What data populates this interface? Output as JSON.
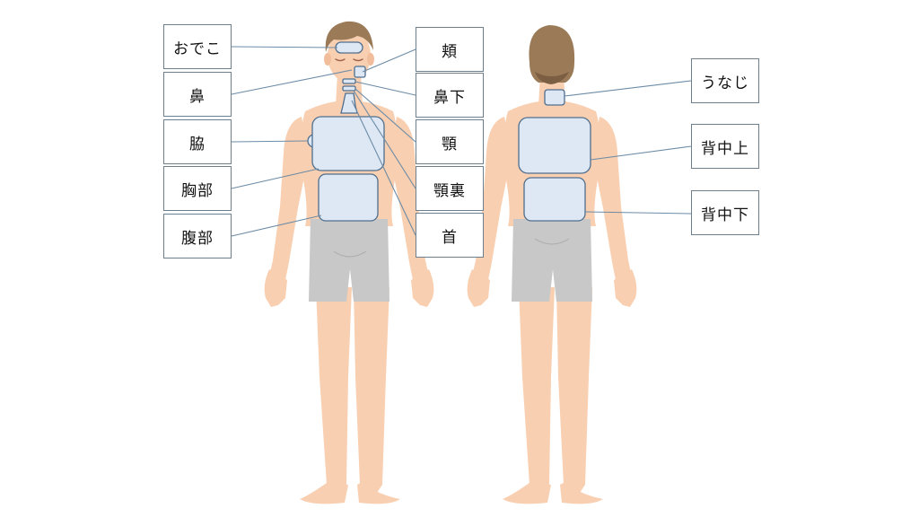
{
  "labels": {
    "forehead": "おでこ",
    "nose": "鼻",
    "armpit": "脇",
    "chest": "胸部",
    "abdomen": "腹部",
    "cheek": "頬",
    "under_nose": "鼻下",
    "jaw": "顎",
    "under_jaw": "顎裏",
    "neck": "首",
    "nape": "うなじ",
    "upper_back": "背中上",
    "lower_back": "背中下"
  },
  "colors": {
    "skin": "#f8cfb1",
    "hair": "#9b7a58",
    "shorts": "#c8c8c8",
    "pad_fill": "#dde8f4",
    "pad_stroke": "#4f6e8e",
    "leader_line": "#6c8ba6"
  }
}
